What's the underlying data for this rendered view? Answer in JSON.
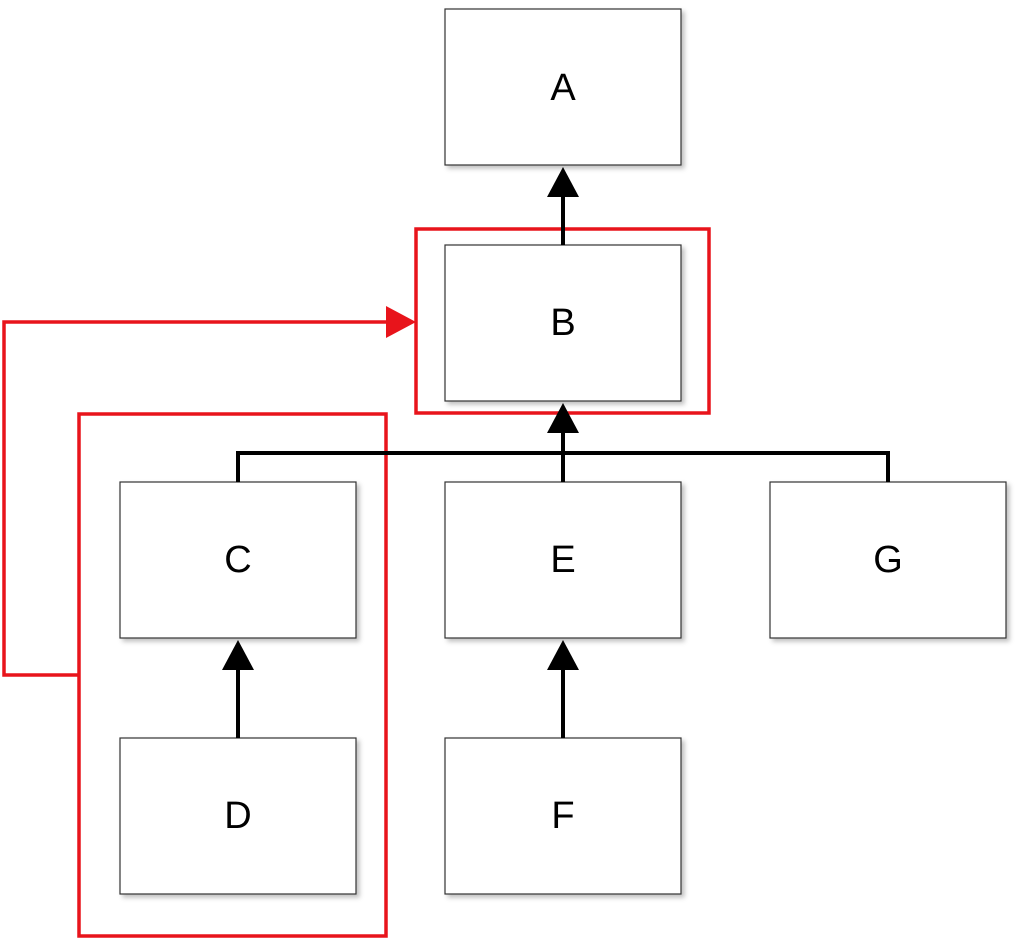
{
  "nodes": {
    "a": "A",
    "b": "B",
    "c": "C",
    "d": "D",
    "e": "E",
    "f": "F",
    "g": "G"
  },
  "colors": {
    "edge": "#000000",
    "highlight": "#e8141b",
    "box_border": "#333333"
  }
}
